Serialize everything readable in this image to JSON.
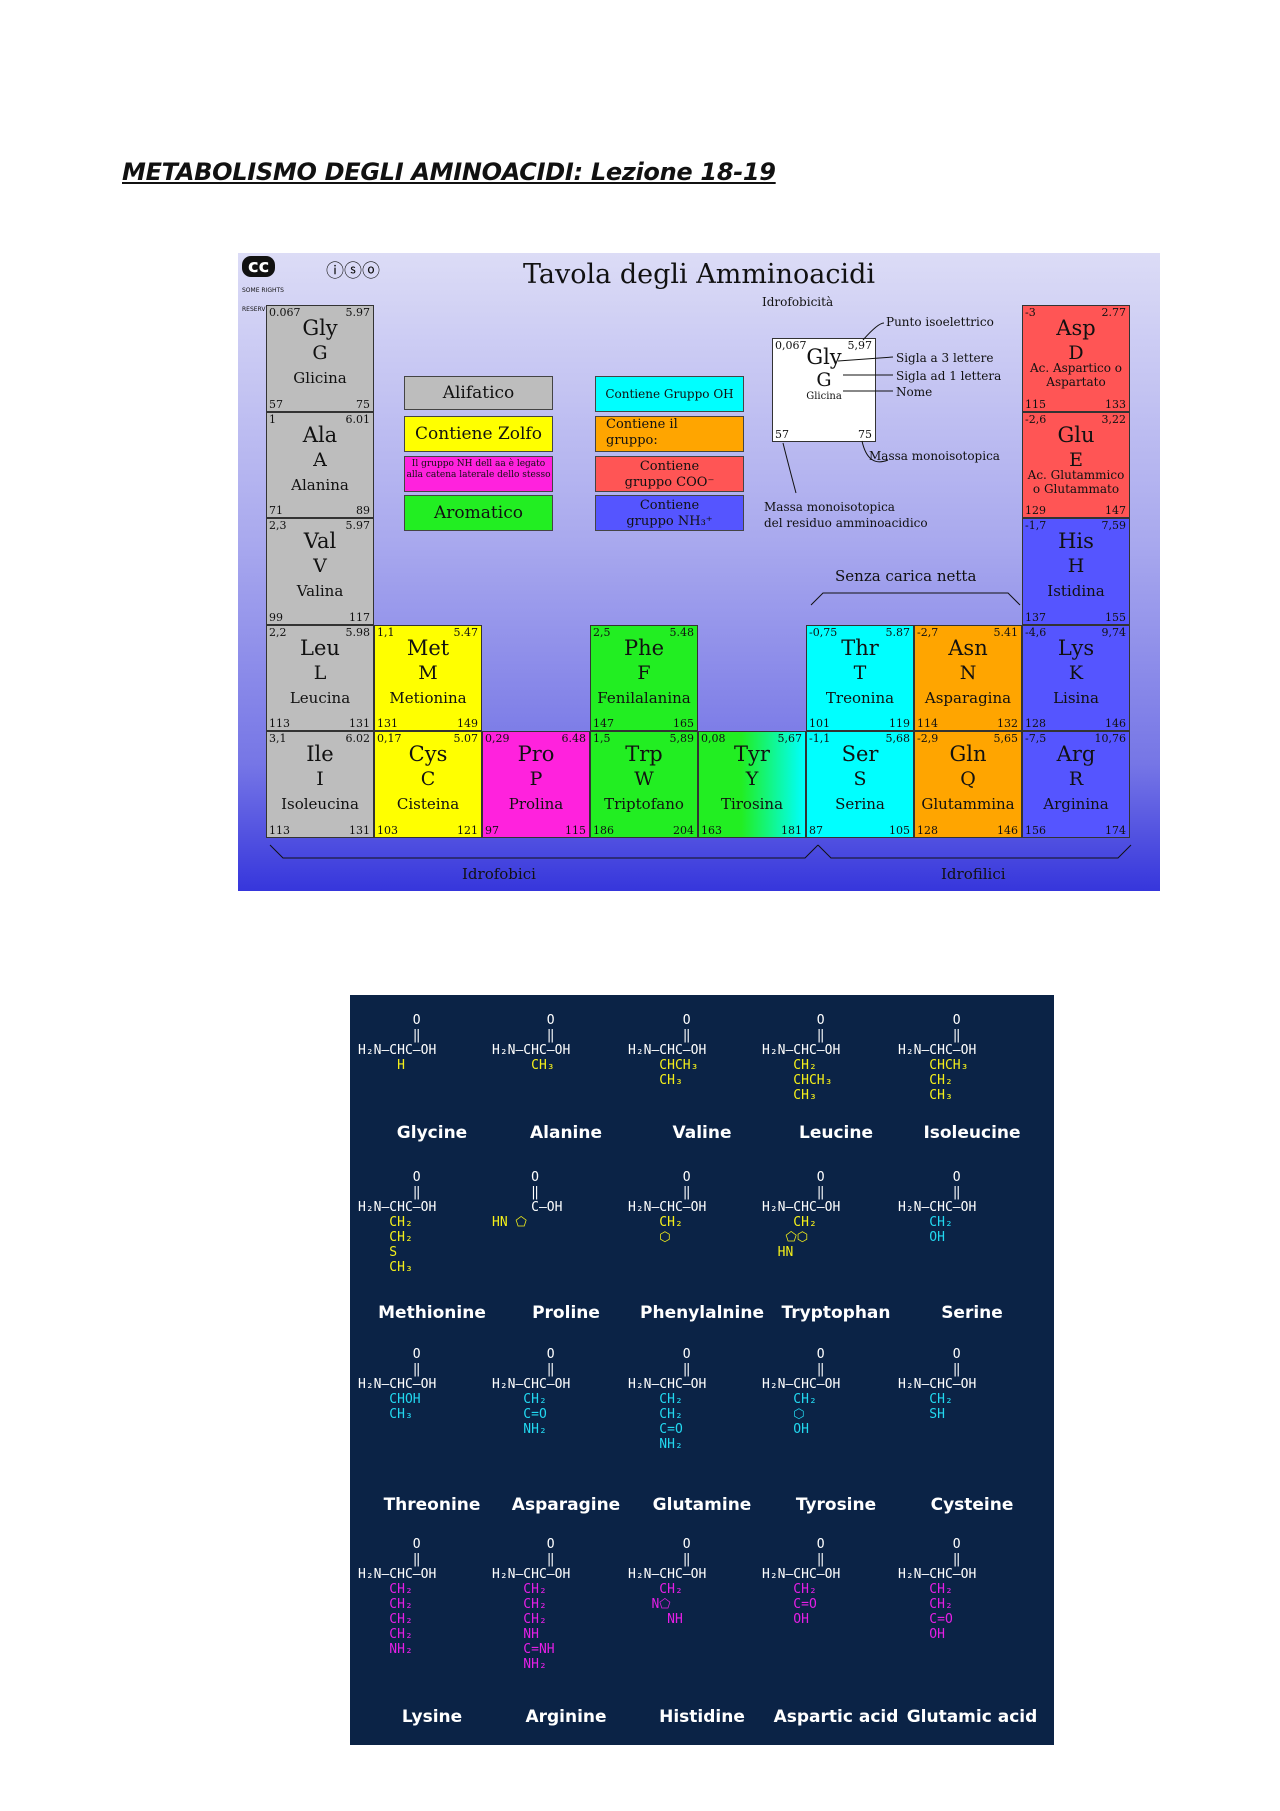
{
  "document": {
    "title": "METABOLISMO DEGLI AMINOACIDI: Lezione 18-19"
  },
  "table": {
    "title": "Tavola degli Amminoacidi",
    "cc": {
      "badge": "cc",
      "rights": "SOME RIGHTS RESERVED",
      "icons": "ⓘⓢⓞ"
    },
    "legend": {
      "aliphatic": "Alifatico",
      "sulfur": "Contiene Zolfo",
      "nh": "Il gruppo NH dell aa è legato alla catena laterale dello stesso",
      "aromatic": "Aromatico",
      "oh": "Contiene Gruppo OH",
      "amide_1": "Contiene il",
      "amide_2": "gruppo:",
      "coo_1": "Contiene",
      "coo_2": "gruppo COO⁻",
      "nh3_1": "Contiene",
      "nh3_2": "gruppo NH₃⁺"
    },
    "key": {
      "hydro": "Idrofobicità",
      "pi": "Punto isoelettrico",
      "three": "Sigla a 3 lettere",
      "one": "Sigla ad 1 lettera",
      "name": "Nome",
      "mono": "Massa monoisotopica",
      "res1": "Massa monoisotopica",
      "res2": "del residuo amminoacidico",
      "uncharged": "Senza carica netta",
      "hydrophobic": "Idrofobici",
      "hydrophilic": "Idrofilici",
      "sample": {
        "h": "0,067",
        "p": "5,97",
        "s3": "Gly",
        "s1": "G",
        "nm": "Glicina",
        "rm": "57",
        "mm": "75"
      }
    },
    "cells": [
      {
        "h": "0.067",
        "p": "5.97",
        "s3": "Gly",
        "s1": "G",
        "nm": "Glicina",
        "rm": "57",
        "mm": "75",
        "col": 0,
        "row": 0,
        "color": "#bdbdbd"
      },
      {
        "h": "1",
        "p": "6.01",
        "s3": "Ala",
        "s1": "A",
        "nm": "Alanina",
        "rm": "71",
        "mm": "89",
        "col": 0,
        "row": 1,
        "color": "#bdbdbd"
      },
      {
        "h": "2,3",
        "p": "5.97",
        "s3": "Val",
        "s1": "V",
        "nm": "Valina",
        "rm": "99",
        "mm": "117",
        "col": 0,
        "row": 2,
        "color": "#bdbdbd"
      },
      {
        "h": "2,2",
        "p": "5.98",
        "s3": "Leu",
        "s1": "L",
        "nm": "Leucina",
        "rm": "113",
        "mm": "131",
        "col": 0,
        "row": 3,
        "color": "#bdbdbd"
      },
      {
        "h": "3,1",
        "p": "6.02",
        "s3": "Ile",
        "s1": "I",
        "nm": "Isoleucina",
        "rm": "113",
        "mm": "131",
        "col": 0,
        "row": 4,
        "color": "#bdbdbd"
      },
      {
        "h": "1,1",
        "p": "5.47",
        "s3": "Met",
        "s1": "M",
        "nm": "Metionina",
        "rm": "131",
        "mm": "149",
        "col": 1,
        "row": 3,
        "color": "#ffff00"
      },
      {
        "h": "0,17",
        "p": "5.07",
        "s3": "Cys",
        "s1": "C",
        "nm": "Cisteina",
        "rm": "103",
        "mm": "121",
        "col": 1,
        "row": 4,
        "color": "#ffff00"
      },
      {
        "h": "0,29",
        "p": "6.48",
        "s3": "Pro",
        "s1": "P",
        "nm": "Prolina",
        "rm": "97",
        "mm": "115",
        "col": 2,
        "row": 4,
        "color": "#ff22dd"
      },
      {
        "h": "2,5",
        "p": "5.48",
        "s3": "Phe",
        "s1": "F",
        "nm": "Fenilalanina",
        "rm": "147",
        "mm": "165",
        "col": 3,
        "row": 3,
        "color": "#22ee22"
      },
      {
        "h": "1,5",
        "p": "5,89",
        "s3": "Trp",
        "s1": "W",
        "nm": "Triptofano",
        "rm": "186",
        "mm": "204",
        "col": 3,
        "row": 4,
        "color": "#22ee22"
      },
      {
        "h": "0,08",
        "p": "5,67",
        "s3": "Tyr",
        "s1": "Y",
        "nm": "Tirosina",
        "rm": "163",
        "mm": "181",
        "col": 4,
        "row": 4,
        "color": "linear-gradient(90deg,#22ee22 40%,#00ffff)"
      },
      {
        "h": "-0,75",
        "p": "5.87",
        "s3": "Thr",
        "s1": "T",
        "nm": "Treonina",
        "rm": "101",
        "mm": "119",
        "col": 5,
        "row": 3,
        "color": "#00ffff"
      },
      {
        "h": "-1,1",
        "p": "5,68",
        "s3": "Ser",
        "s1": "S",
        "nm": "Serina",
        "rm": "87",
        "mm": "105",
        "col": 5,
        "row": 4,
        "color": "#00ffff"
      },
      {
        "h": "-2,7",
        "p": "5.41",
        "s3": "Asn",
        "s1": "N",
        "nm": "Asparagina",
        "rm": "114",
        "mm": "132",
        "col": 6,
        "row": 3,
        "color": "#ffa500"
      },
      {
        "h": "-2,9",
        "p": "5,65",
        "s3": "Gln",
        "s1": "Q",
        "nm": "Glutammina",
        "rm": "128",
        "mm": "146",
        "col": 6,
        "row": 4,
        "color": "#ffa500"
      },
      {
        "h": "-3",
        "p": "2.77",
        "s3": "Asp",
        "s1": "D",
        "nm": "Ac. Aspartico o Aspartato",
        "rm": "115",
        "mm": "133",
        "col": 7,
        "row": 0,
        "color": "#ff5555",
        "two": true
      },
      {
        "h": "-2,6",
        "p": "3,22",
        "s3": "Glu",
        "s1": "E",
        "nm": "Ac. Glutammico o Glutammato",
        "rm": "129",
        "mm": "147",
        "col": 7,
        "row": 1,
        "color": "#ff5555",
        "two": true
      },
      {
        "h": "-1,7",
        "p": "7,59",
        "s3": "His",
        "s1": "H",
        "nm": "Istidina",
        "rm": "137",
        "mm": "155",
        "col": 7,
        "row": 2,
        "color": "#5555ff"
      },
      {
        "h": "-4,6",
        "p": "9,74",
        "s3": "Lys",
        "s1": "K",
        "nm": "Lisina",
        "rm": "128",
        "mm": "146",
        "col": 7,
        "row": 3,
        "color": "#5555ff"
      },
      {
        "h": "-7,5",
        "p": "10,76",
        "s3": "Arg",
        "s1": "R",
        "nm": "Arginina",
        "rm": "156",
        "mm": "174",
        "col": 7,
        "row": 4,
        "color": "#5555ff"
      }
    ]
  },
  "structures": {
    "molecules": [
      {
        "name": "Glycine",
        "group": "y",
        "lines": [
          "       O",
          "       ‖",
          "H₂N—CHC—OH",
          "     H"
        ]
      },
      {
        "name": "Alanine",
        "group": "y",
        "lines": [
          "       O",
          "       ‖",
          "H₂N—CHC—OH",
          "     CH₃"
        ]
      },
      {
        "name": "Valine",
        "group": "y",
        "lines": [
          "       O",
          "       ‖",
          "H₂N—CHC—OH",
          "    CHCH₃",
          "    CH₃"
        ]
      },
      {
        "name": "Leucine",
        "group": "y",
        "lines": [
          "       O",
          "       ‖",
          "H₂N—CHC—OH",
          "    CH₂",
          "    CHCH₃",
          "    CH₃"
        ]
      },
      {
        "name": "Isoleucine",
        "group": "y",
        "lines": [
          "       O",
          "       ‖",
          "H₂N—CHC—OH",
          "    CHCH₃",
          "    CH₂",
          "    CH₃"
        ]
      },
      {
        "name": "Methionine",
        "group": "y",
        "lines": [
          "       O",
          "       ‖",
          "H₂N—CHC—OH",
          "    CH₂",
          "    CH₂",
          "    S",
          "    CH₃"
        ]
      },
      {
        "name": "Proline",
        "group": "y",
        "lines": [
          "     O",
          "     ‖",
          "     C—OH",
          "HN ⬠"
        ]
      },
      {
        "name": "Phenylalnine",
        "group": "y",
        "lines": [
          "       O",
          "       ‖",
          "H₂N—CHC—OH",
          "    CH₂",
          "    ⬡"
        ]
      },
      {
        "name": "Tryptophan",
        "group": "y",
        "lines": [
          "       O",
          "       ‖",
          "H₂N—CHC—OH",
          "    CH₂",
          "   ⬠⬡",
          "  HN"
        ]
      },
      {
        "name": "Serine",
        "group": "c",
        "lines": [
          "       O",
          "       ‖",
          "H₂N—CHC—OH",
          "    CH₂",
          "    OH"
        ]
      },
      {
        "name": "Threonine",
        "group": "c",
        "lines": [
          "       O",
          "       ‖",
          "H₂N—CHC—OH",
          "    CHOH",
          "    CH₃"
        ]
      },
      {
        "name": "Asparagine",
        "group": "c",
        "lines": [
          "       O",
          "       ‖",
          "H₂N—CHC—OH",
          "    CH₂",
          "    C=O",
          "    NH₂"
        ]
      },
      {
        "name": "Glutamine",
        "group": "c",
        "lines": [
          "       O",
          "       ‖",
          "H₂N—CHC—OH",
          "    CH₂",
          "    CH₂",
          "    C=O",
          "    NH₂"
        ]
      },
      {
        "name": "Tyrosine",
        "group": "c",
        "lines": [
          "       O",
          "       ‖",
          "H₂N—CHC—OH",
          "    CH₂",
          "    ⬡",
          "    OH"
        ]
      },
      {
        "name": "Cysteine",
        "group": "c",
        "lines": [
          "       O",
          "       ‖",
          "H₂N—CHC—OH",
          "    CH₂",
          "    SH"
        ]
      },
      {
        "name": "Lysine",
        "group": "m",
        "lines": [
          "       O",
          "       ‖",
          "H₂N—CHC—OH",
          "    CH₂",
          "    CH₂",
          "    CH₂",
          "    CH₂",
          "    NH₂"
        ]
      },
      {
        "name": "Arginine",
        "group": "m",
        "lines": [
          "       O",
          "       ‖",
          "H₂N—CHC—OH",
          "    CH₂",
          "    CH₂",
          "    CH₂",
          "    NH",
          "    C=NH",
          "    NH₂"
        ]
      },
      {
        "name": "Histidine",
        "group": "m",
        "lines": [
          "       O",
          "       ‖",
          "H₂N—CHC—OH",
          "    CH₂",
          "   N⬠",
          "     NH"
        ]
      },
      {
        "name": "Aspartic acid",
        "group": "m",
        "lines": [
          "       O",
          "       ‖",
          "H₂N—CHC—OH",
          "    CH₂",
          "    C=O",
          "    OH"
        ]
      },
      {
        "name": "Glutamic acid",
        "group": "m",
        "lines": [
          "       O",
          "       ‖",
          "H₂N—CHC—OH",
          "    CH₂",
          "    CH₂",
          "    C=O",
          "    OH"
        ]
      }
    ]
  },
  "colors": {
    "structs_bg": "#0b2346",
    "nonpolar": "#f4ef1a",
    "polar": "#22d8f0",
    "charged": "#e51fe5"
  }
}
